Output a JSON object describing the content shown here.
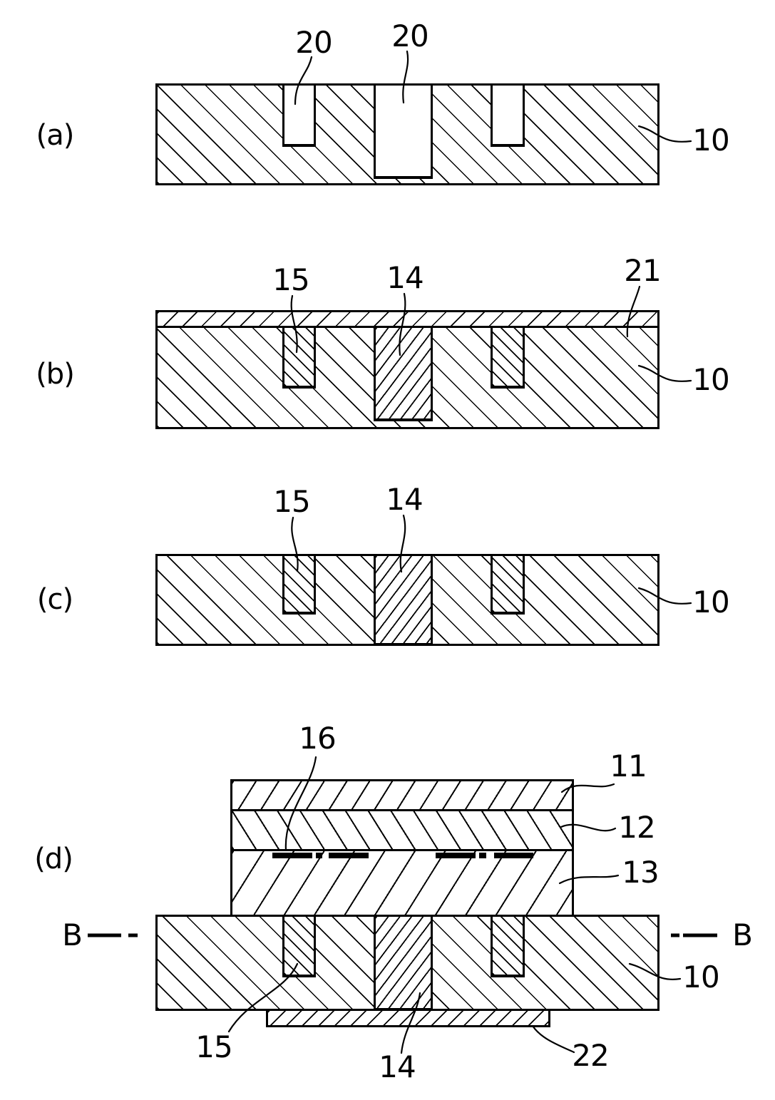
{
  "figure_type": "patent cross-section process diagram",
  "colors": {
    "ink": "#000000",
    "paper": "#ffffff"
  },
  "panels": [
    {
      "label": "(a)",
      "refs": {
        "trench_left": "20",
        "trench_center": "20",
        "substrate": "10"
      }
    },
    {
      "label": "(b)",
      "refs": {
        "fill_left": "15",
        "fill_center": "14",
        "cap_layer": "21",
        "substrate": "10"
      }
    },
    {
      "label": "(c)",
      "refs": {
        "fill_left": "15",
        "via": "14",
        "substrate": "10"
      }
    },
    {
      "label": "(d)",
      "refs": {
        "dash_line": "16",
        "top_layer": "11",
        "middle_layer": "12",
        "lower_layer": "13",
        "substrate": "10",
        "fill_left": "15",
        "via": "14",
        "back_layer": "22",
        "section_left": "B",
        "section_right": "B"
      }
    }
  ]
}
